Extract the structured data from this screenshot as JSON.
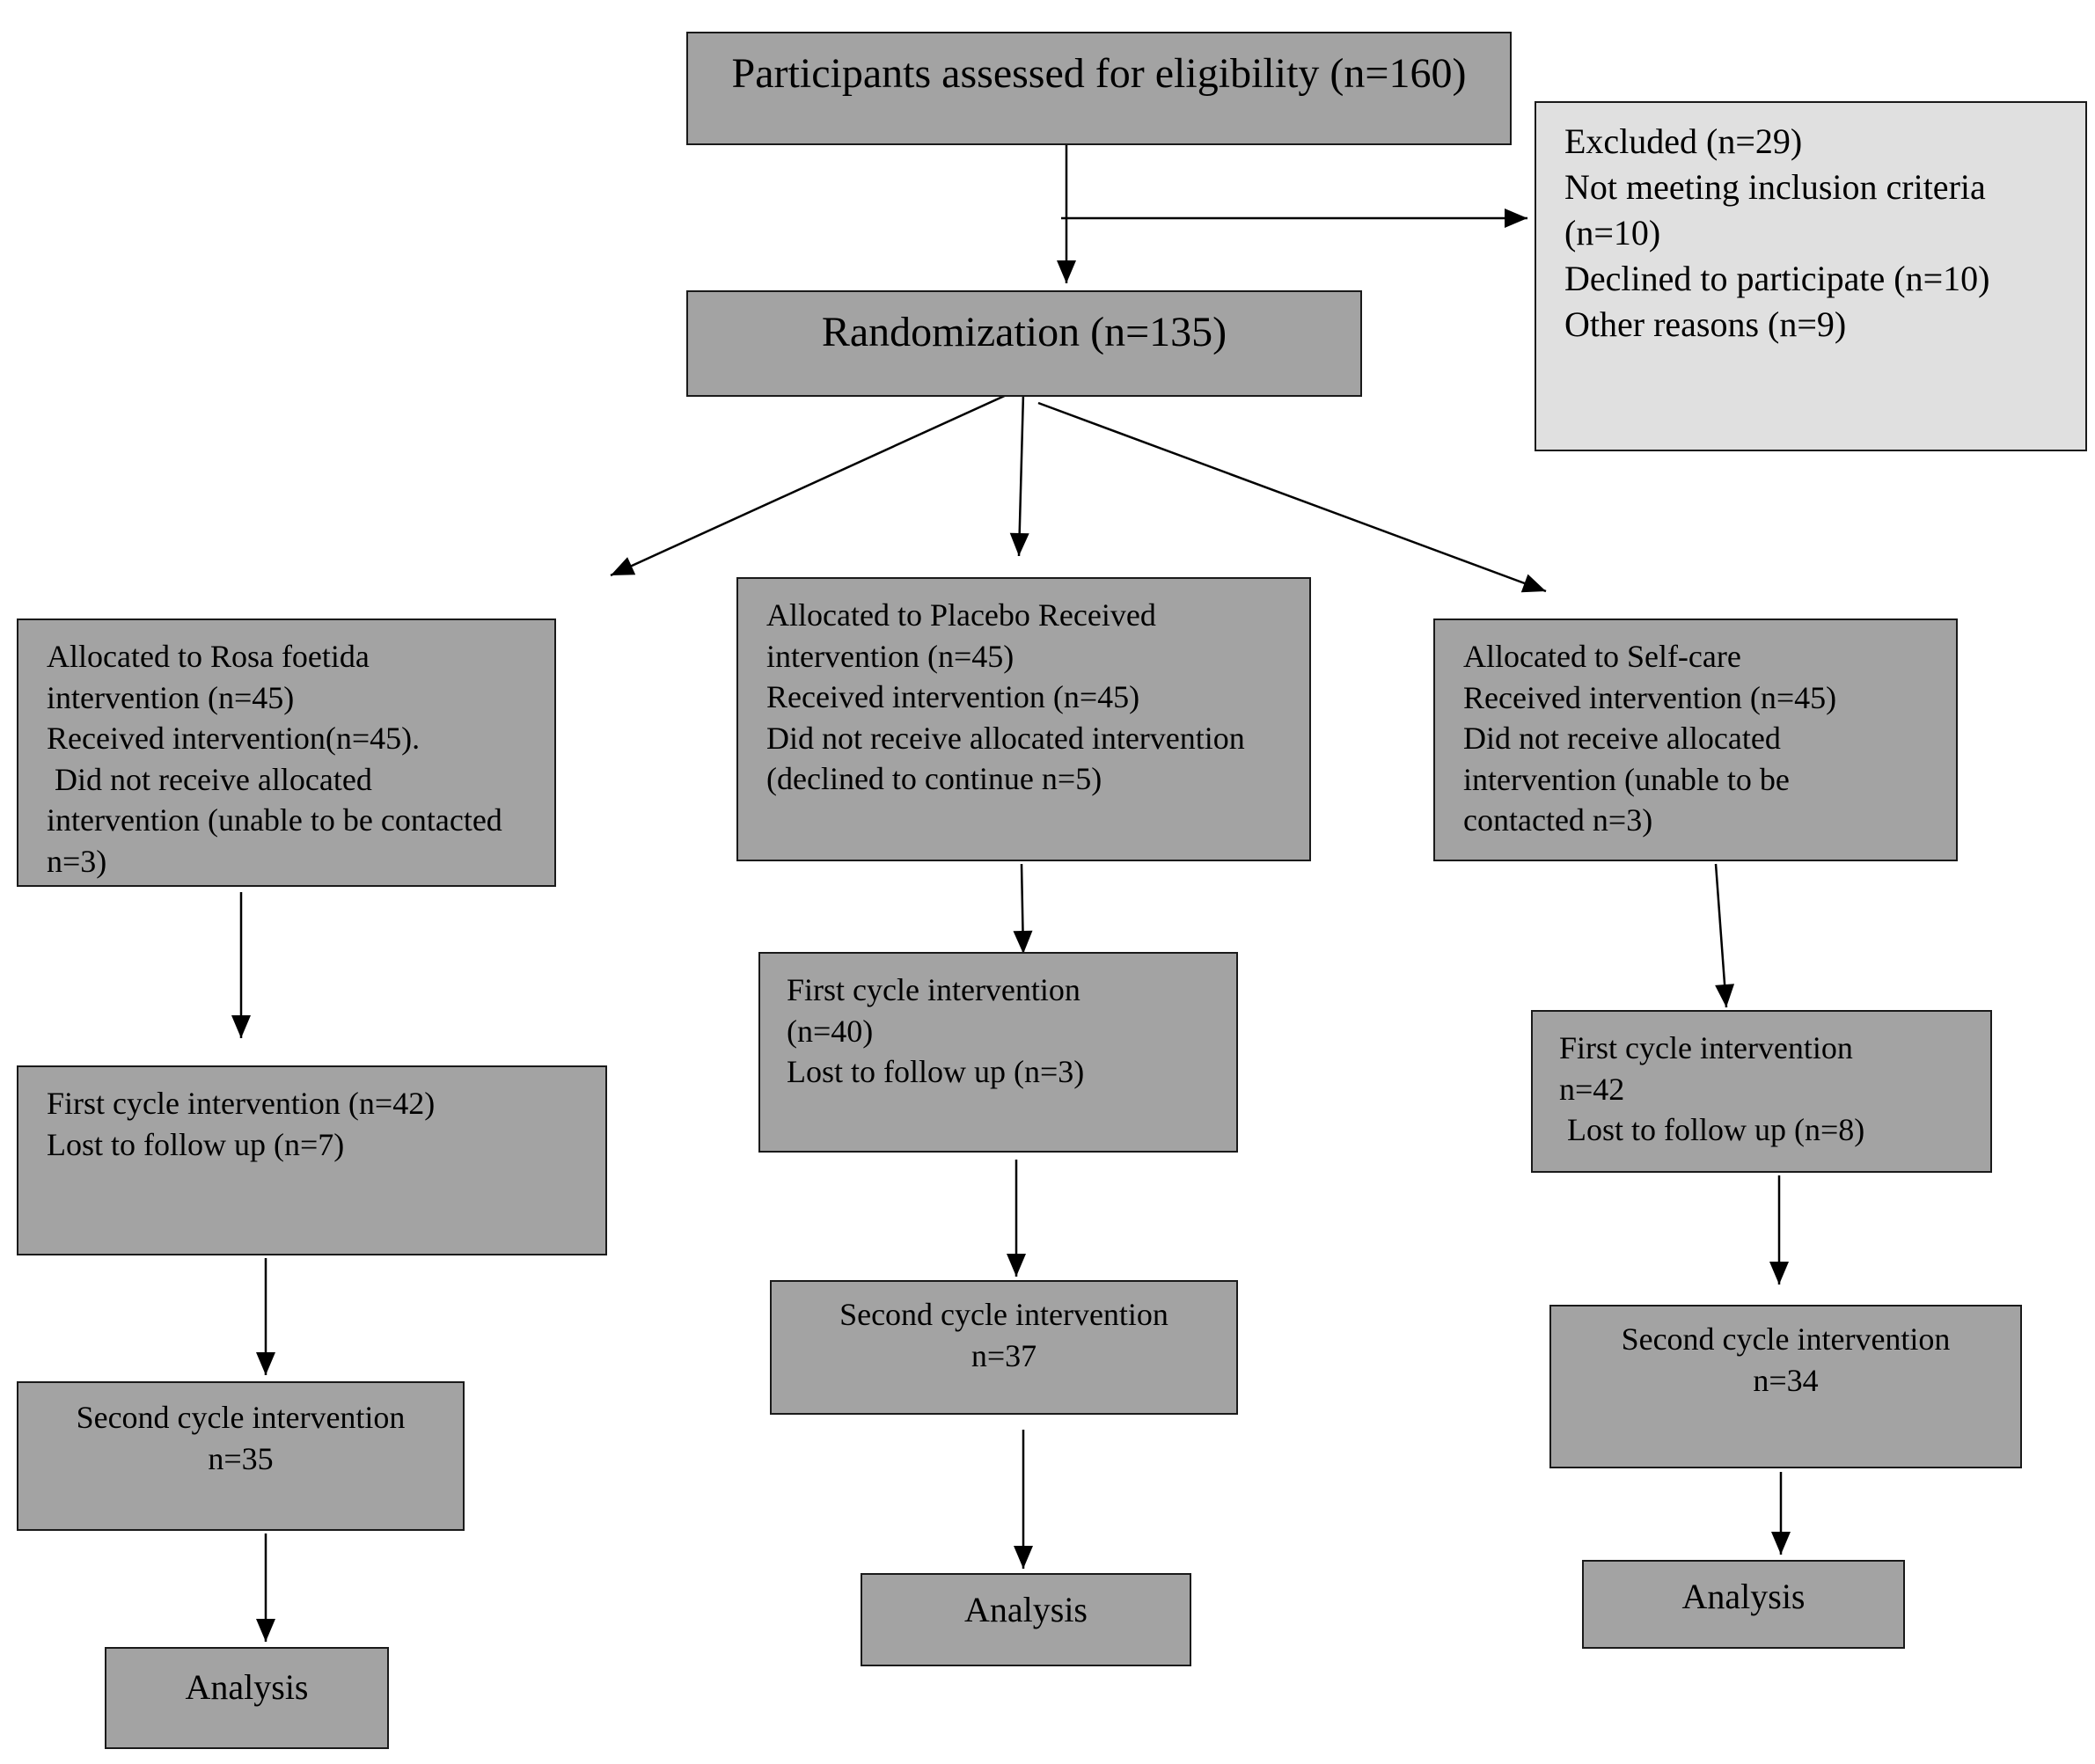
{
  "boxes": {
    "eligibility": {
      "lines": [
        "Participants assessed for eligibility (n=160)"
      ]
    },
    "excluded": {
      "lines": [
        "Excluded (n=29)",
        "Not meeting inclusion criteria",
        "(n=10)",
        "Declined to participate (n=10)",
        "Other reasons (n=9)"
      ]
    },
    "randomization": {
      "lines": [
        "Randomization (n=135)"
      ]
    },
    "alloc_rosa": {
      "lines": [
        "Allocated to Rosa foetida",
        "intervention (n=45)",
        "Received intervention(n=45).",
        " Did not receive allocated",
        "intervention (unable to be contacted",
        "n=3)"
      ]
    },
    "alloc_placebo": {
      "lines": [
        "Allocated to Placebo Received",
        "intervention (n=45)",
        "Received intervention (n=45)",
        "Did not receive allocated intervention",
        "(declined to continue n=5)"
      ]
    },
    "alloc_selfcare": {
      "lines": [
        "Allocated to Self-care",
        "Received intervention (n=45)",
        "Did not receive allocated",
        "intervention (unable to be",
        "contacted n=3)"
      ]
    },
    "first_rosa": {
      "lines": [
        "First cycle intervention (n=42)",
        "Lost to follow up (n=7)"
      ]
    },
    "first_placebo": {
      "lines": [
        "First cycle intervention",
        "(n=40)",
        "Lost to follow up (n=3)"
      ]
    },
    "first_selfcare": {
      "lines": [
        "First cycle intervention",
        "n=42",
        " Lost to follow up (n=8)"
      ]
    },
    "second_rosa": {
      "lines": [
        "Second cycle intervention",
        "n=35"
      ]
    },
    "second_placebo": {
      "lines": [
        "Second cycle intervention",
        "n=37"
      ]
    },
    "second_selfcare": {
      "lines": [
        "Second cycle intervention",
        "n=34"
      ]
    },
    "analysis_rosa": {
      "lines": [
        "Analysis"
      ]
    },
    "analysis_placebo": {
      "lines": [
        "Analysis"
      ]
    },
    "analysis_selfcare": {
      "lines": [
        "Analysis"
      ]
    }
  },
  "colors": {
    "box_fill": "#a3a3a3",
    "excluded_fill": "#e0e0e0",
    "border": "#1a1a1a",
    "arrow": "#000000"
  }
}
